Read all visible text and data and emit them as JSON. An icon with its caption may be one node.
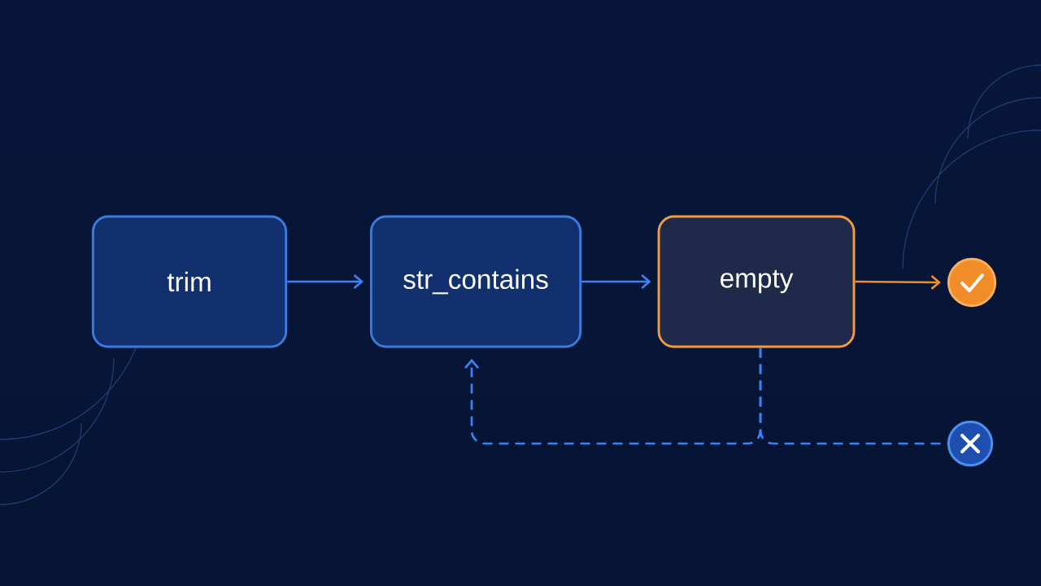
{
  "diagram": {
    "nodes": [
      {
        "text": [
          "trim"
        ]
      },
      {
        "text": [
          "str_contains"
        ]
      },
      {
        "text": [
          "empty"
        ]
      },
      {
        "text": [],
        "shape": "circle"
      },
      {
        "text": [],
        "shape": "circle"
      }
    ],
    "edges": [
      {
        "from": 0,
        "to": 1,
        "arrow": "to"
      },
      {
        "from": 1,
        "to": 2,
        "arrow": "to"
      },
      {
        "from": 2,
        "to": 3,
        "arrow": "to",
        "color": "#f28c28"
      },
      {
        "from": 2,
        "to": 1,
        "arrow": "to",
        "style": "dashed"
      },
      {
        "from": 2,
        "to": 4,
        "arrow": "none",
        "style": "dashed"
      }
    ]
  }
}
